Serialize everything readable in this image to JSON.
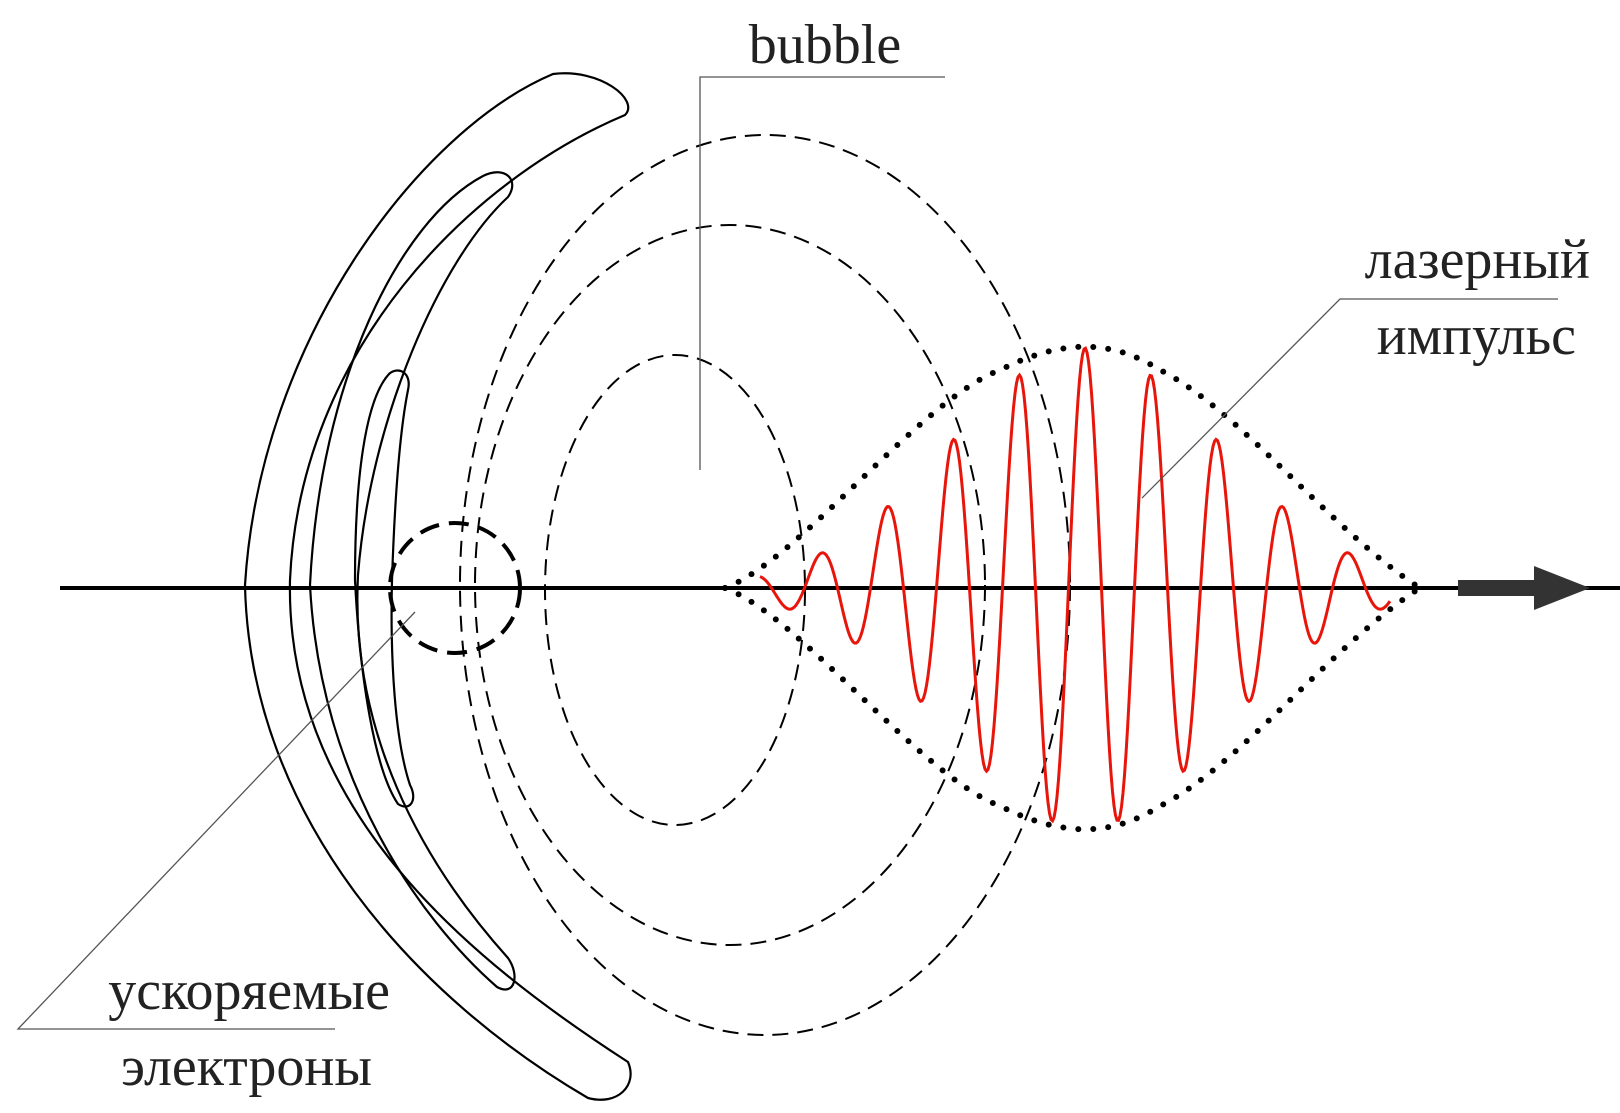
{
  "labels": {
    "bubble": "bubble",
    "laser_line1": "лазерный",
    "laser_line2": "импульс",
    "electrons_line1": "ускоряемые",
    "electrons_line2": "электроны"
  },
  "colors": {
    "laser_wave": "#e8150b",
    "lines": "#000000",
    "arrow": "#333333"
  }
}
